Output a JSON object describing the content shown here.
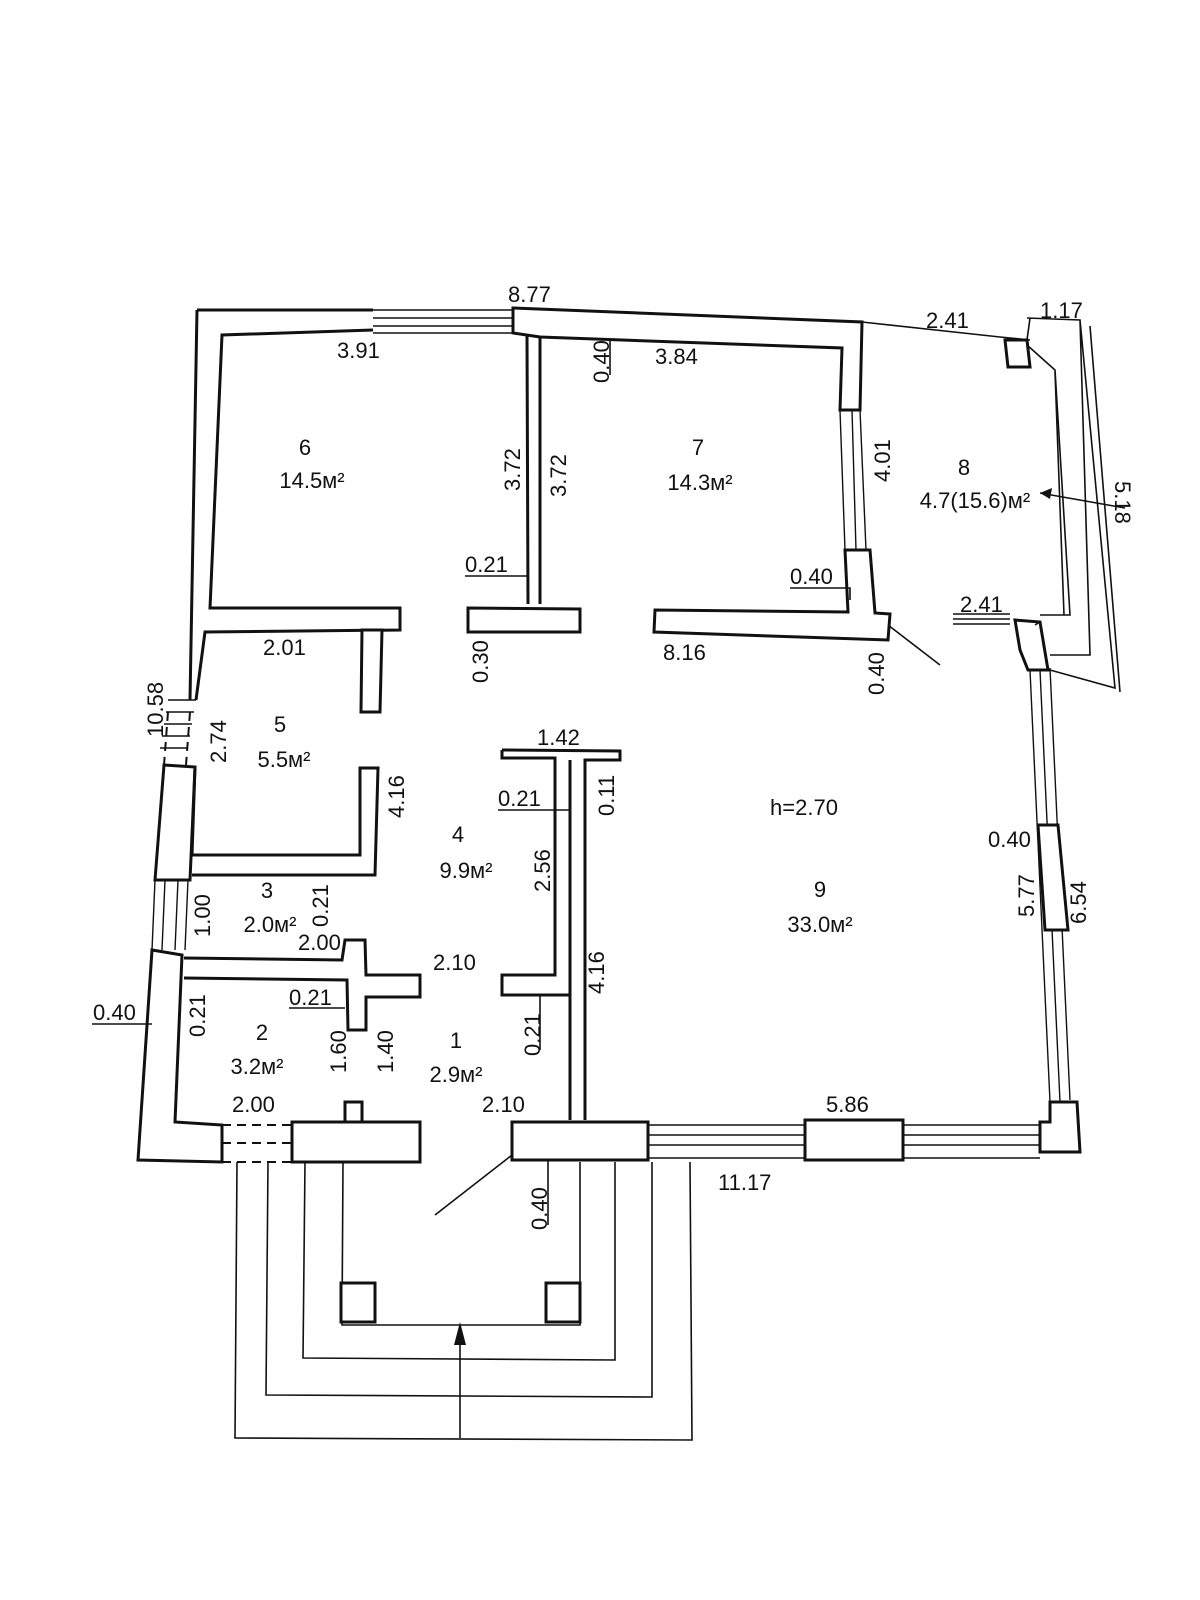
{
  "plan": {
    "ceiling_height": "h=2.70",
    "rooms": [
      {
        "number": "1",
        "area": "2.9м²"
      },
      {
        "number": "2",
        "area": "3.2м²"
      },
      {
        "number": "3",
        "area": "2.0м²"
      },
      {
        "number": "4",
        "area": "9.9м²"
      },
      {
        "number": "5",
        "area": "5.5м²"
      },
      {
        "number": "6",
        "area": "14.5м²"
      },
      {
        "number": "7",
        "area": "14.3м²"
      },
      {
        "number": "8",
        "area": "4.7(15.6)м²"
      },
      {
        "number": "9",
        "area": "33.0м²"
      }
    ],
    "dimensions": {
      "top_overall": "8.77",
      "room6_top": "3.91",
      "room7_top": "3.84",
      "room7_wall_top": "0.40",
      "balcony_top": "2.41",
      "balcony_depth": "1.17",
      "balcony_side": "5.18",
      "room6_side": "3.72",
      "room7_side": "3.72",
      "room7_right": "4.01",
      "partition_thickness_top": "0.21",
      "room7_corner": "0.40",
      "balcony_mid": "2.41",
      "room5_top": "2.01",
      "partition_0_30": "0.30",
      "hall_wall": "8.16",
      "hall_wall_thickness": "0.40",
      "left_overall": "10.58",
      "room5_side": "2.74",
      "closet_top": "1.42",
      "closet_wall": "0.21",
      "closet_wall_b": "0.11",
      "room4_right_upper": "4.16",
      "room4_partition": "2.56",
      "room3_partition": "0.21",
      "room3_side": "1.00",
      "room3_bottom": "2.00",
      "hall_mid": "2.10",
      "room9_left": "4.16",
      "room9_right_wall": "0.40",
      "room9_right_inner": "5.77",
      "room9_right_outer": "6.54",
      "left_wall": "0.40",
      "room2_partition": "0.21",
      "room2_partition_b": "0.21",
      "room1_partition": "0.21",
      "room2_side": "1.60",
      "room1_side": "1.40",
      "room2_bottom": "2.00",
      "room1_bottom": "2.10",
      "bottom_window": "5.86",
      "entrance_wall": "0.40",
      "bottom_overall": "11.17"
    }
  }
}
